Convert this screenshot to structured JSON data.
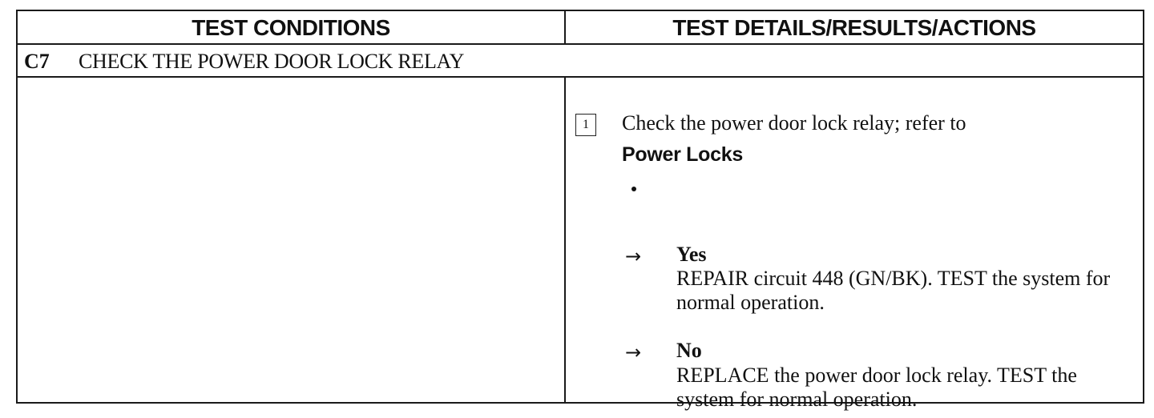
{
  "header": {
    "left": "TEST CONDITIONS",
    "right": "TEST DETAILS/RESULTS/ACTIONS"
  },
  "step": {
    "id": "C7",
    "title": "CHECK THE POWER DOOR LOCK RELAY"
  },
  "details": {
    "step_number": "1",
    "instruction": "Check the power door lock relay; refer to",
    "reference": "Power Locks",
    "bullet": "•",
    "arrow": "→",
    "yes": {
      "label": "Yes",
      "action": "REPAIR circuit 448 (GN/BK). TEST the system for normal operation."
    },
    "no": {
      "label": "No",
      "action": "REPLACE the power door lock relay. TEST the system for normal operation."
    }
  }
}
